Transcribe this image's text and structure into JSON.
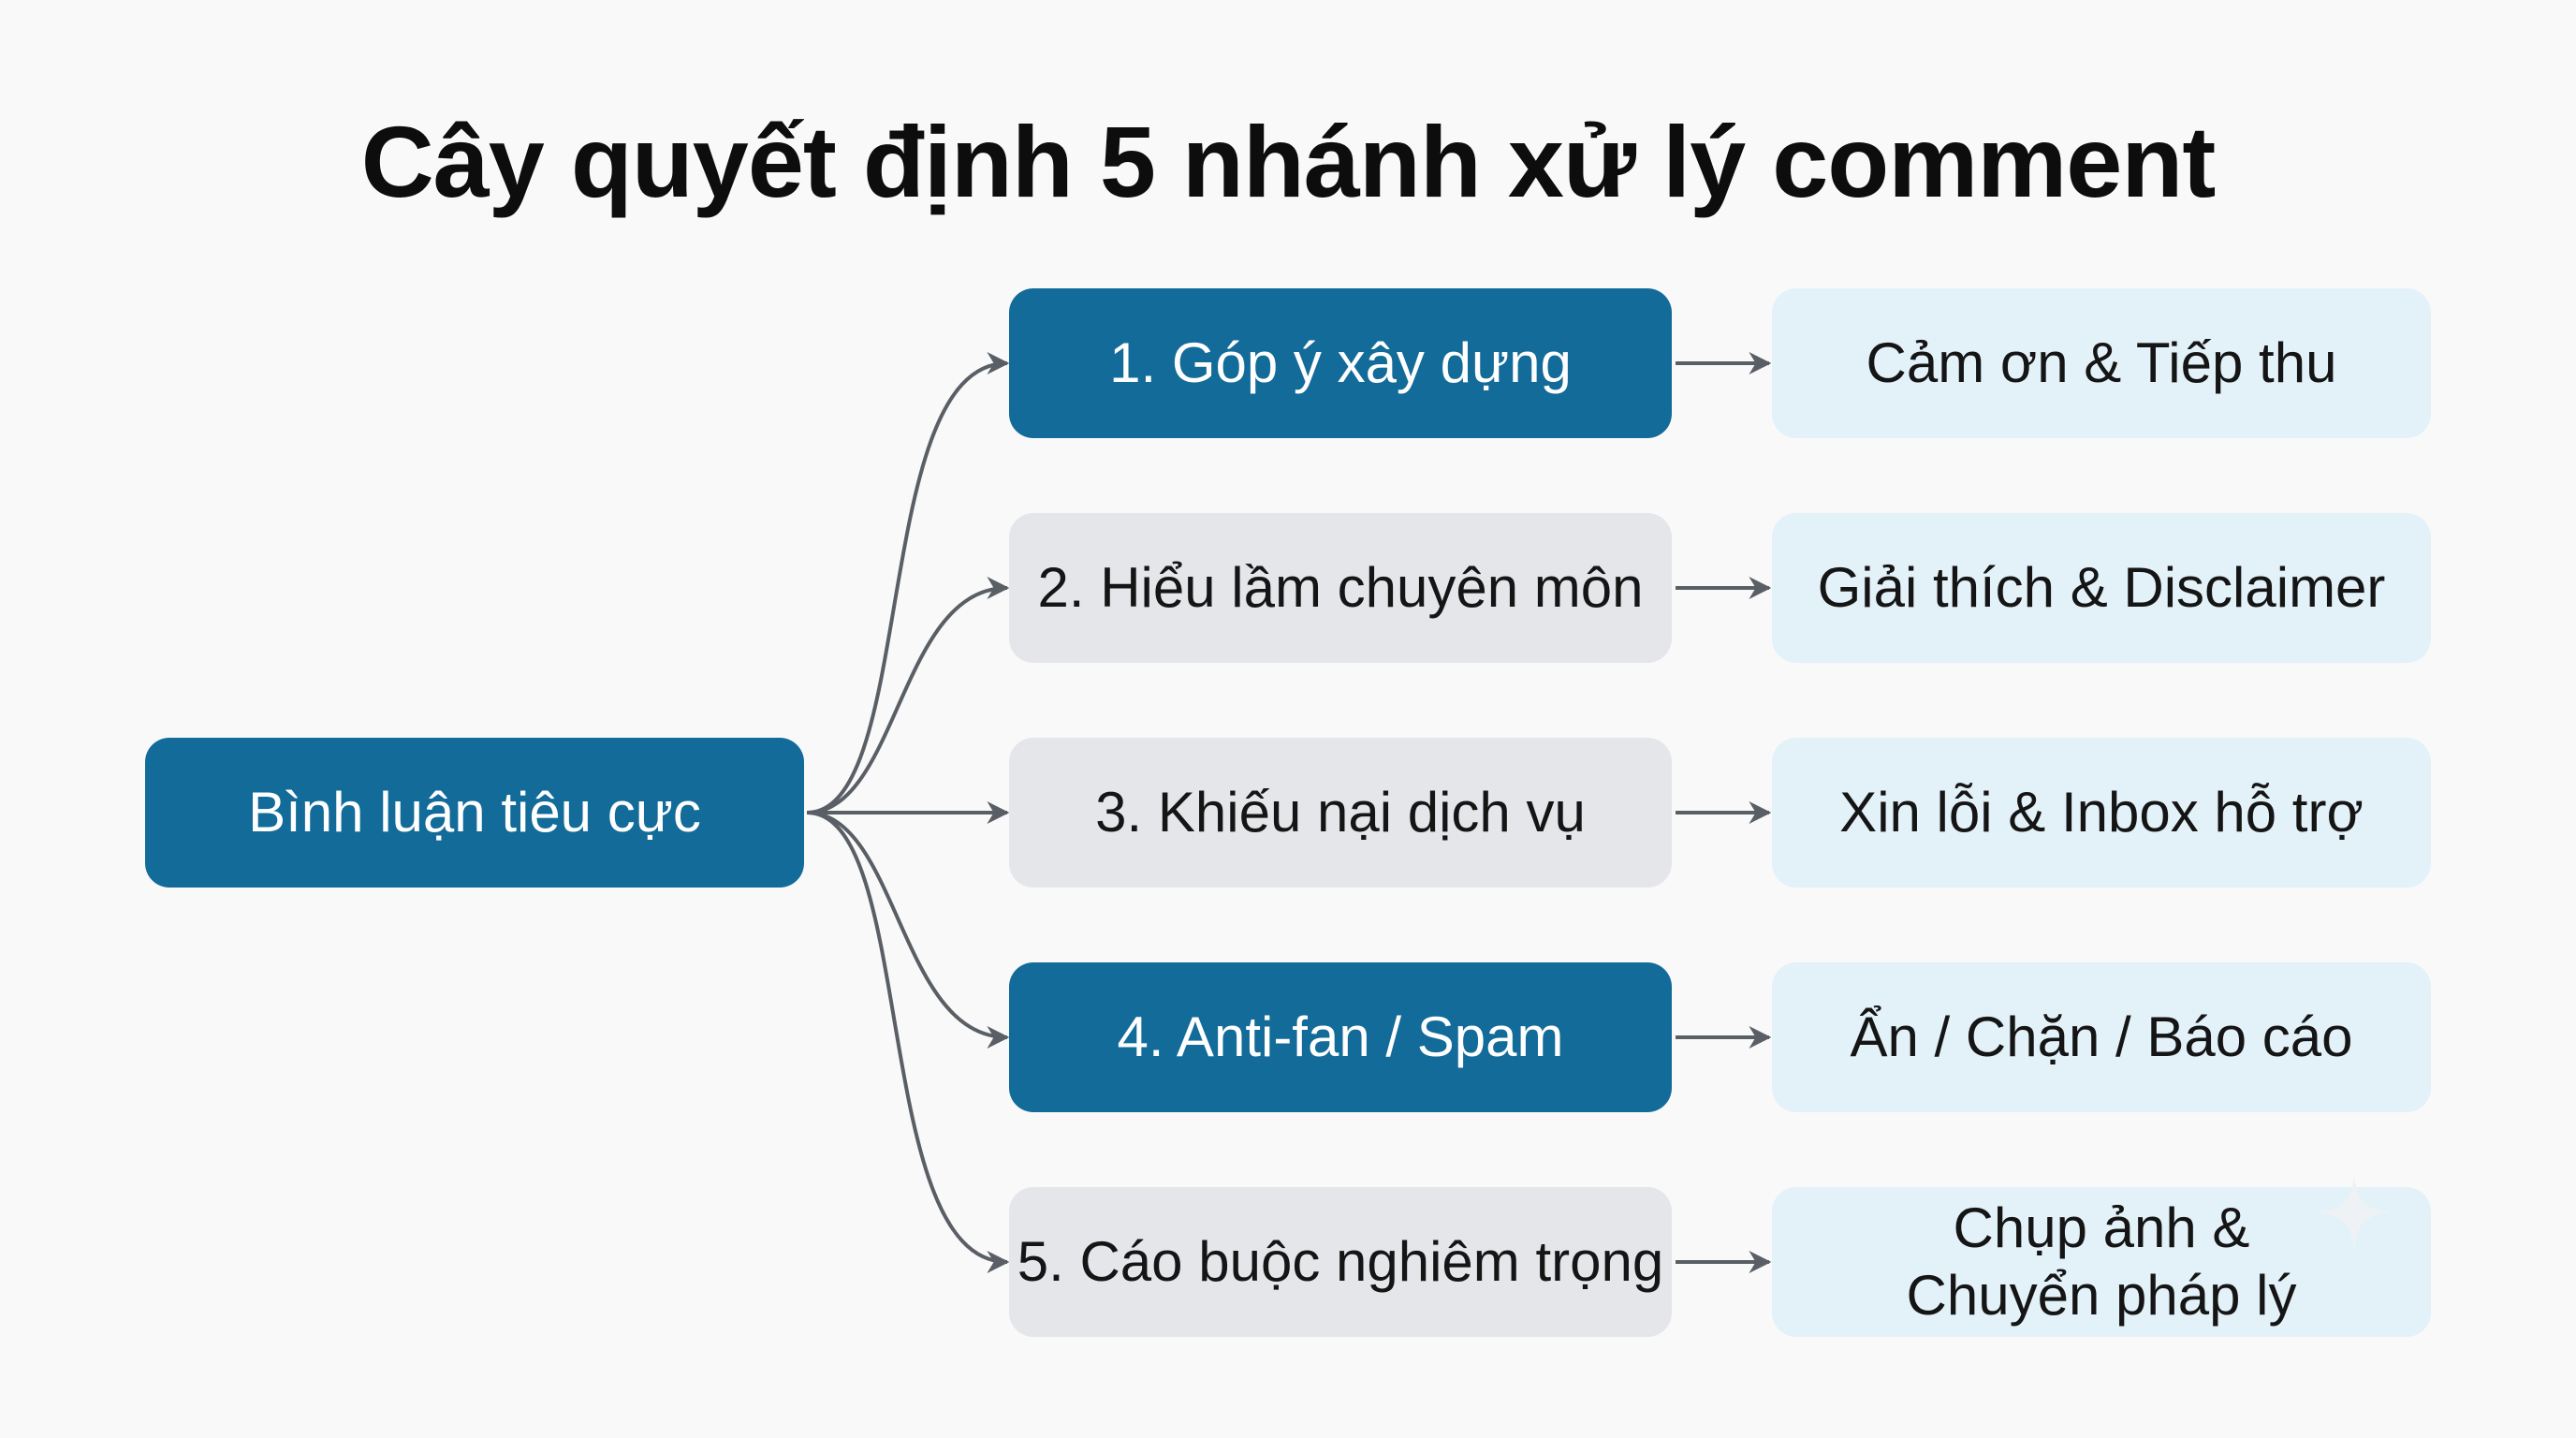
{
  "title": "Cây quyết định 5 nhánh xử lý comment",
  "root": {
    "label": "Bình luận tiêu cực"
  },
  "branches": [
    {
      "label": "1. Góp ý xây dựng"
    },
    {
      "label": "2. Hiểu lầm chuyên môn"
    },
    {
      "label": "3. Khiếu nại dịch vụ"
    },
    {
      "label": "4. Anti-fan / Spam"
    },
    {
      "label": "5. Cáo buộc nghiêm trọng"
    }
  ],
  "actions": [
    {
      "label": "Cảm ơn & Tiếp thu"
    },
    {
      "label": "Giải thích & Disclaimer"
    },
    {
      "label": "Xin lỗi & Inbox hỗ trợ"
    },
    {
      "label": "Ẩn / Chặn / Báo cáo"
    },
    {
      "label": "Chụp ảnh &\nChuyển pháp lý"
    }
  ],
  "colors": {
    "dark_node": "#136b99",
    "light_node": "#e4e6ea",
    "pale_node": "#e3f1f9",
    "connector": "#5a5f66"
  }
}
